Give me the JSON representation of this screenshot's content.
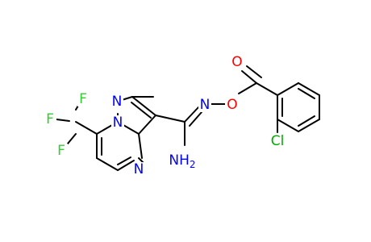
{
  "molecule": {
    "atoms": {
      "N_a": {
        "text": "N",
        "color": "#0000ff"
      },
      "N_b": {
        "text": "N",
        "color": "#0000ff"
      },
      "N_c": {
        "text": "N",
        "color": "#0000ff"
      },
      "N_d": {
        "text": "N",
        "color": "#0000ff"
      },
      "NH2": {
        "text": "NH",
        "sub": "2",
        "color": "#0000ff"
      },
      "O_a": {
        "text": "O",
        "color": "#ff0000"
      },
      "O_b": {
        "text": "O",
        "color": "#ff0000"
      },
      "Cl": {
        "text": "Cl",
        "color": "#00aa00"
      },
      "F_a": {
        "text": "F",
        "color": "#33cc33"
      },
      "F_b": {
        "text": "F",
        "color": "#33cc33"
      },
      "F_c": {
        "text": "F",
        "color": "#33cc33"
      }
    }
  }
}
